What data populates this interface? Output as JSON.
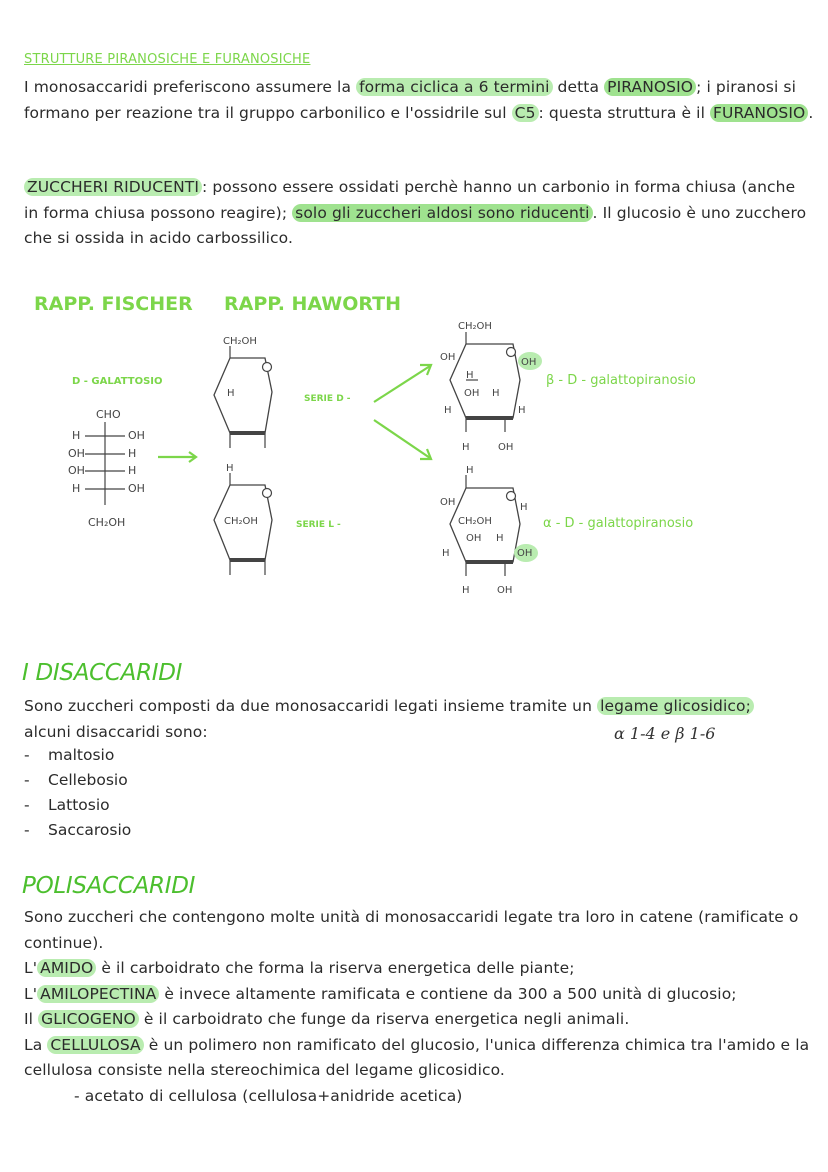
{
  "section1": {
    "title": "STRUTTURE PIRANOSICHE E FURANOSICHE",
    "p1_a": "I monosaccaridi preferiscono assumere la ",
    "p1_hl1": "forma ciclica a 6 termini",
    "p1_b": " detta ",
    "p1_hl2": "PIRANOSIO",
    "p1_c": "; i piranosi si formano per reazione tra il gruppo carbonilico e l'ossidrile sul ",
    "p1_hl3": "C5",
    "p1_d": ": questa struttura è il ",
    "p1_hl4": "FURANOSIO",
    "p1_e": ".",
    "p2_hl1": "ZUCCHERI RIDUCENTI",
    "p2_a": ": possono essere ossidati perchè hanno un carbonio in forma chiusa (anche in forma chiusa possono reagire); ",
    "p2_hl2": "solo gli zuccheri aldosi sono riducenti",
    "p2_b": ". Il glucosio è uno zucchero che si ossida in acido carbossilico."
  },
  "diagram": {
    "fischer_title": "RAPP. FISCHER",
    "haworth_title": "RAPP. HAWORTH",
    "galattosio_label": "D - GALATTOSIO",
    "cho": "CHO",
    "ch2oh": "CH₂OH",
    "serie_d": "SERIE D -",
    "serie_l": "SERIE L -",
    "beta_label": "β - D - galattopiranosio",
    "alpha_label": "α - D - galattopiranosio",
    "oh": "OH",
    "h": "H"
  },
  "section2": {
    "title": "I DISACCARIDI",
    "p_a": "Sono zuccheri composti da due monosaccaridi legati insieme tramite un ",
    "p_hl": "legame glicosidico;",
    "p_b": "alcuni disaccaridi sono:",
    "note": "α 1-4 e β 1-6",
    "items": [
      "maltosio",
      "Cellebosio",
      "Lattosio",
      "Saccarosio"
    ]
  },
  "section3": {
    "title": "POLISACCARIDI",
    "l1": "Sono zuccheri che contengono molte unità di monosaccaridi legate tra loro in catene (ramificate o continue).",
    "l2_a": "L'",
    "l2_hl": "AMIDO",
    "l2_b": " è il carboidrato che forma la riserva energetica delle piante;",
    "l3_a": "L'",
    "l3_hl": "AMILOPECTINA",
    "l3_b": " è invece altamente ramificata e contiene da 300 a 500 unità di glucosio;",
    "l4_a": "Il ",
    "l4_hl": "GLICOGENO",
    "l4_b": " è il carboidrato che funge da riserva energetica negli animali.",
    "l5_a": "La ",
    "l5_hl": "CELLULOSA",
    "l5_b": " è un polimero non ramificato del glucosio, l'unica differenza chimica tra l'amido e la cellulosa consiste nella stereochimica del legame glicosidico.",
    "l6": "- acetato di cellulosa (cellulosa+anidride acetica)"
  }
}
